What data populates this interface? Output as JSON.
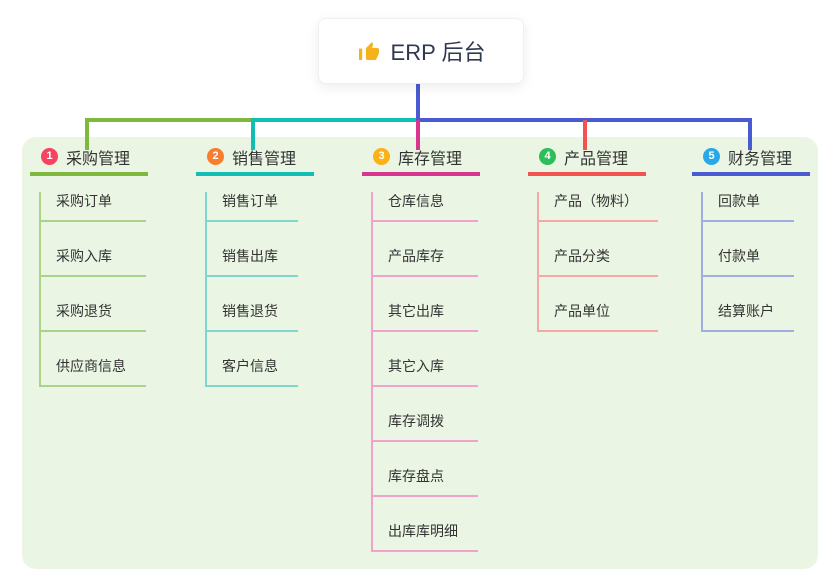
{
  "root": {
    "label": "ERP 后台",
    "icon": "thumbs-up-icon"
  },
  "colors": {
    "canvas_bg": "#FFFFFF",
    "panel_bg": "#EAF6E3",
    "root_text": "#30394F",
    "node_text": "#333333",
    "root_connector": "#4A5BD2",
    "icon_yellow": "#F6B21B"
  },
  "branches": [
    {
      "index": "1",
      "label": "采购管理",
      "badge_color": "#F5445F",
      "line_color": "#7FB83E",
      "light_color": "#A8D389",
      "items": [
        "采购订单",
        "采购入库",
        "采购退货",
        "供应商信息"
      ]
    },
    {
      "index": "2",
      "label": "销售管理",
      "badge_color": "#F87E2F",
      "line_color": "#12BDB4",
      "light_color": "#7FD6CF",
      "items": [
        "销售订单",
        "销售出库",
        "销售退货",
        "客户信息"
      ]
    },
    {
      "index": "3",
      "label": "库存管理",
      "badge_color": "#FBB117",
      "line_color": "#D8358F",
      "light_color": "#F0A2CB",
      "items": [
        "仓库信息",
        "产品库存",
        "其它出库",
        "其它入库",
        "库存调拨",
        "库存盘点",
        "出库库明细"
      ]
    },
    {
      "index": "4",
      "label": "产品管理",
      "badge_color": "#2EBD5B",
      "line_color": "#F3534F",
      "light_color": "#F6A9A4",
      "items": [
        "产品（物料）",
        "产品分类",
        "产品单位"
      ]
    },
    {
      "index": "5",
      "label": "财务管理",
      "badge_color": "#2AA8E6",
      "line_color": "#4A5BD2",
      "light_color": "#9FADE2",
      "items": [
        "回款单",
        "付款单",
        "结算账户"
      ]
    }
  ]
}
